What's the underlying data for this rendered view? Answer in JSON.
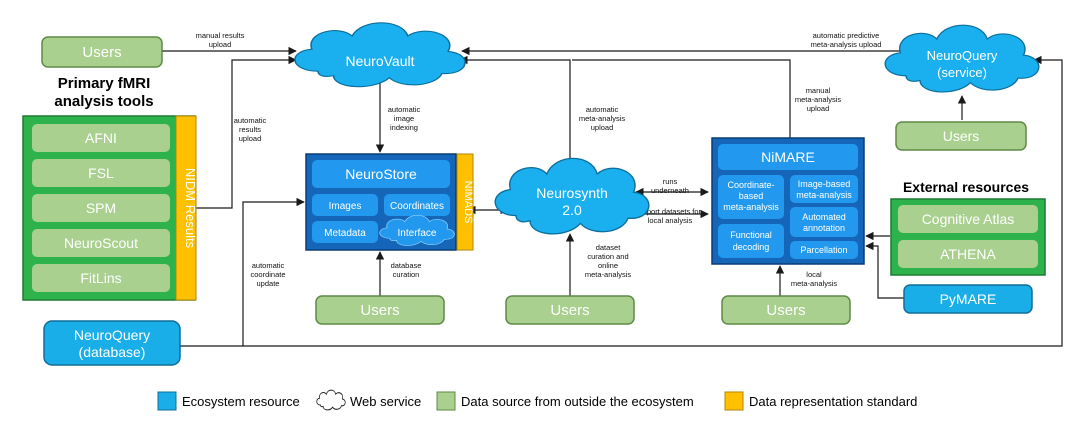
{
  "colors": {
    "ecosystem": "#1aaee8",
    "ecosystem_inner": "#2299ee",
    "ecosystem_dark": "#1565b8",
    "outside": "#a9d08e",
    "outside_border": "#5e8a47",
    "standard": "#ffc000",
    "panel_green": "#2eb24b",
    "cloud": "#1ab0ef"
  },
  "nodes": {
    "users_top": "Users",
    "primary_title_1": "Primary fMRI",
    "primary_title_2": "analysis tools",
    "afni": "AFNI",
    "fsl": "FSL",
    "spm": "SPM",
    "neuroscout": "NeuroScout",
    "fitlins": "FitLins",
    "nidm": "NIDM Results",
    "neurovault": "NeuroVault",
    "neurostore": "NeuroStore",
    "images": "Images",
    "coordinates": "Coordinates",
    "metadata": "Metadata",
    "interface": "Interface",
    "nimads": "NIMADS",
    "neurosynth_1": "Neurosynth",
    "neurosynth_2": "2.0",
    "nimare": "NiMARE",
    "coord_meta_1": "Coordinate-",
    "coord_meta_2": "based",
    "coord_meta_3": "meta-analysis",
    "image_meta_1": "Image-based",
    "image_meta_2": "meta-analysis",
    "auto_annot_1": "Automated",
    "auto_annot_2": "annotation",
    "func_decoding_1": "Functional",
    "func_decoding_2": "decoding",
    "parcellation": "Parcellation",
    "neuroquery_service_1": "NeuroQuery",
    "neuroquery_service_2": "(service)",
    "users_right": "Users",
    "external_title": "External resources",
    "cognitive_atlas": "Cognitive Atlas",
    "athena": "ATHENA",
    "pymare": "PyMARE",
    "neuroquery_db_1": "NeuroQuery",
    "neuroquery_db_2": "(database)",
    "users_store": "Users",
    "users_synth": "Users",
    "users_nimare": "Users"
  },
  "edges": {
    "manual_results_1": "manual results",
    "manual_results_2": "upload",
    "auto_results_1": "automatic",
    "auto_results_2": "results",
    "auto_results_3": "upload",
    "auto_image_1": "automatic",
    "auto_image_2": "image",
    "auto_image_3": "indexing",
    "auto_meta_1": "automatic",
    "auto_meta_2": "meta-analysis",
    "auto_meta_3": "upload",
    "manual_meta_1": "manual",
    "manual_meta_2": "meta-analysis",
    "manual_meta_3": "upload",
    "auto_pred_1": "automatic predictive",
    "auto_pred_2": "meta-analysis upload",
    "runs_1": "runs",
    "runs_2": "underneath",
    "export_1": "export datasets for",
    "export_2": "local analysis",
    "auto_coord_1": "automatic",
    "auto_coord_2": "coordinate",
    "auto_coord_3": "update",
    "db_curation_1": "database",
    "db_curation_2": "curation",
    "ds_curation_1": "dataset",
    "ds_curation_2": "curation and",
    "ds_curation_3": "online",
    "ds_curation_4": "meta-analysis",
    "local_meta_1": "local",
    "local_meta_2": "meta-analysis"
  },
  "legend": {
    "ecosystem": "Ecosystem resource",
    "web": "Web service",
    "outside": "Data source from outside the ecosystem",
    "standard": "Data representation standard"
  }
}
